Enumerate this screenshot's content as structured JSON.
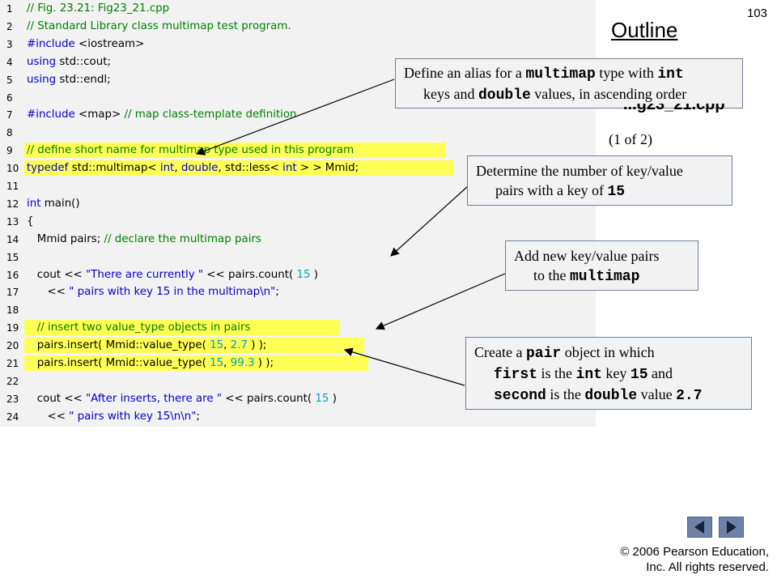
{
  "slide_number": "103",
  "outline": {
    "title": "Outline",
    "file_visible": "...g23_21.cpp",
    "page": "(1 of 2)"
  },
  "code": {
    "lines": [
      {
        "n": "1",
        "text": "// Fig. 23.21: Fig23_21.cpp"
      },
      {
        "n": "2",
        "text": "// Standard Library class multimap test program."
      },
      {
        "n": "3",
        "text": "#include <iostream>"
      },
      {
        "n": "4",
        "text": "using std::cout;"
      },
      {
        "n": "5",
        "text": "using std::endl;"
      },
      {
        "n": "6",
        "text": ""
      },
      {
        "n": "7",
        "text": "#include <map> // map class-template definition"
      },
      {
        "n": "8",
        "text": ""
      },
      {
        "n": "9",
        "text": "// define short name for multimap type used in this program"
      },
      {
        "n": "10",
        "text": "typedef std::multimap< int, double, std::less< int > > Mmid;"
      },
      {
        "n": "11",
        "text": ""
      },
      {
        "n": "12",
        "text": "int main()"
      },
      {
        "n": "13",
        "text": "{"
      },
      {
        "n": "14",
        "text": "   Mmid pairs; // declare the multimap pairs"
      },
      {
        "n": "15",
        "text": ""
      },
      {
        "n": "16",
        "text": "   cout << \"There are currently \" << pairs.count( 15 )"
      },
      {
        "n": "17",
        "text": "      << \" pairs with key 15 in the multimap\\n\";"
      },
      {
        "n": "18",
        "text": ""
      },
      {
        "n": "19",
        "text": "   // insert two value_type objects in pairs"
      },
      {
        "n": "20",
        "text": "   pairs.insert( Mmid::value_type( 15, 2.7 ) );"
      },
      {
        "n": "21",
        "text": "   pairs.insert( Mmid::value_type( 15, 99.3 ) );"
      },
      {
        "n": "22",
        "text": ""
      },
      {
        "n": "23",
        "text": "   cout << \"After inserts, there are \" << pairs.count( 15 )"
      },
      {
        "n": "24",
        "text": "      << \" pairs with key 15\\n\\n\";"
      }
    ],
    "highlighted_lines": [
      "9",
      "10",
      "19",
      "20",
      "21"
    ]
  },
  "callouts": {
    "alias": {
      "t1": "Define an alias for a ",
      "m1": "multimap",
      "t2": " type with ",
      "m2": "int",
      "t3": "keys and ",
      "m3": "double",
      "t4": " values, in ascending order"
    },
    "count": {
      "t1": "Determine the number of key/value",
      "t2": "pairs with a key of ",
      "m1": "15"
    },
    "insert": {
      "t1": "Add new key/value pairs",
      "t2": "to the ",
      "m1": "multimap"
    },
    "pair": {
      "t1": "Create a ",
      "m1": "pair",
      "t2": " object in which",
      "m2": "first",
      "t3": " is the ",
      "m3": "int",
      "t4": " key ",
      "m4": "15",
      "t5": " and",
      "m5": "second",
      "t6": " is the ",
      "m6": "double",
      "t7": " value ",
      "m7": "2.7"
    }
  },
  "copyright": {
    "line1": "© 2006 Pearson Education,",
    "line2": "Inc.  All rights reserved."
  },
  "colors": {
    "highlight": "#ffff55",
    "callout_bg": "#f2f2f2",
    "nav_button": "#6c82a8"
  }
}
